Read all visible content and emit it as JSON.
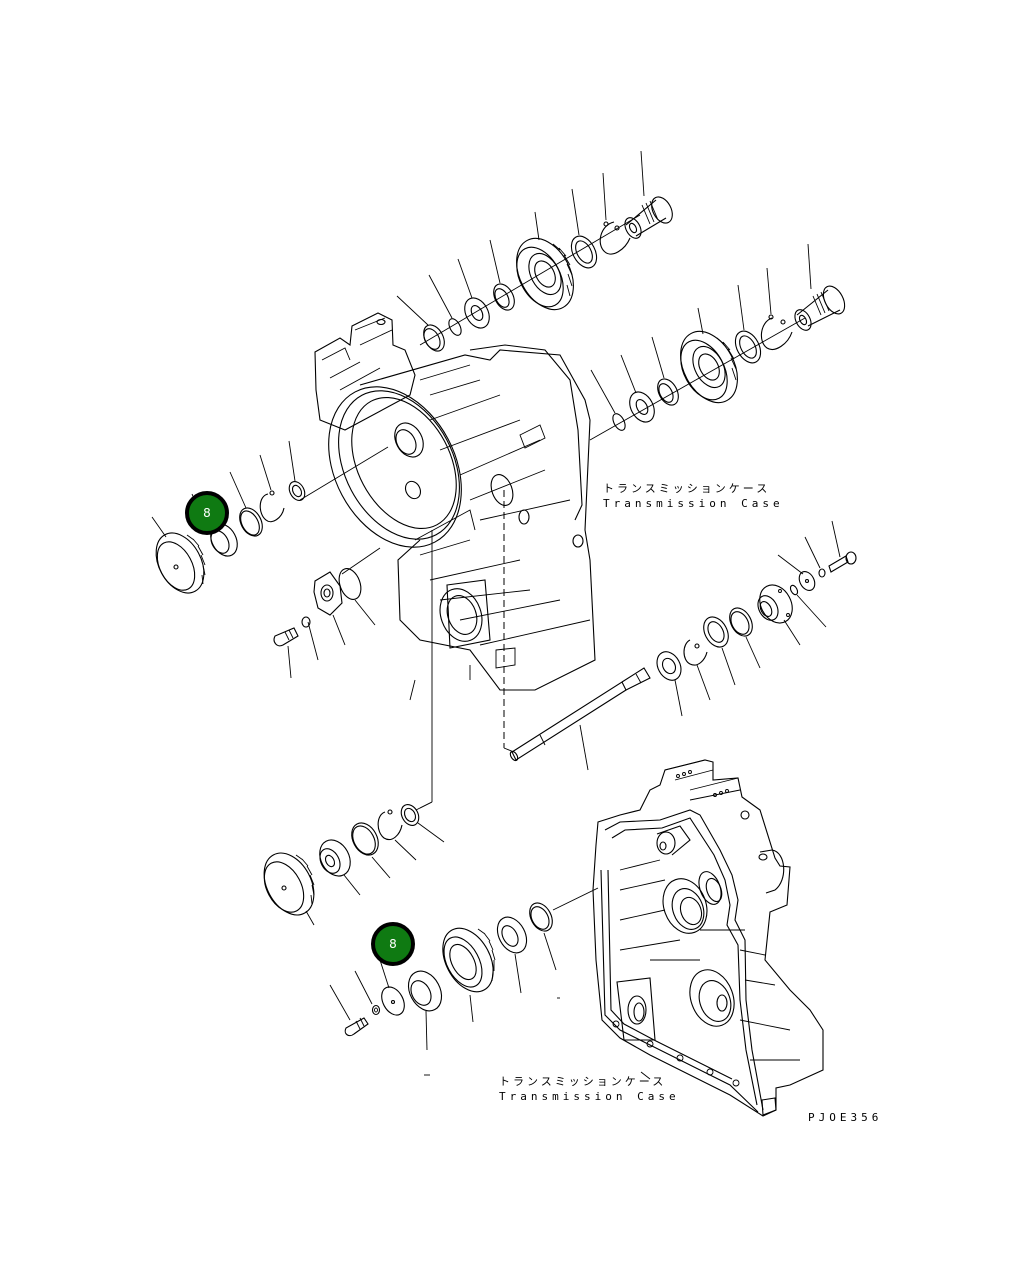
{
  "diagram": {
    "type": "exploded-parts-diagram",
    "drawing_code": "PJOE356",
    "labels": [
      {
        "id": "case-upper",
        "jp": "トランスミッションケース",
        "en": "Transmission Case"
      },
      {
        "id": "case-lower",
        "jp": "トランスミッションケース",
        "en": "Transmission Case"
      }
    ],
    "callouts": [
      {
        "id": "callout-upper",
        "number": "8",
        "color": "#0f7a12"
      },
      {
        "id": "callout-lower",
        "number": "8",
        "color": "#0f7a12"
      }
    ],
    "colors": {
      "line": "#000000",
      "background": "#ffffff",
      "callout_fill": "#0f7a12",
      "callout_border": "#000000",
      "callout_text": "#ffffff"
    }
  }
}
